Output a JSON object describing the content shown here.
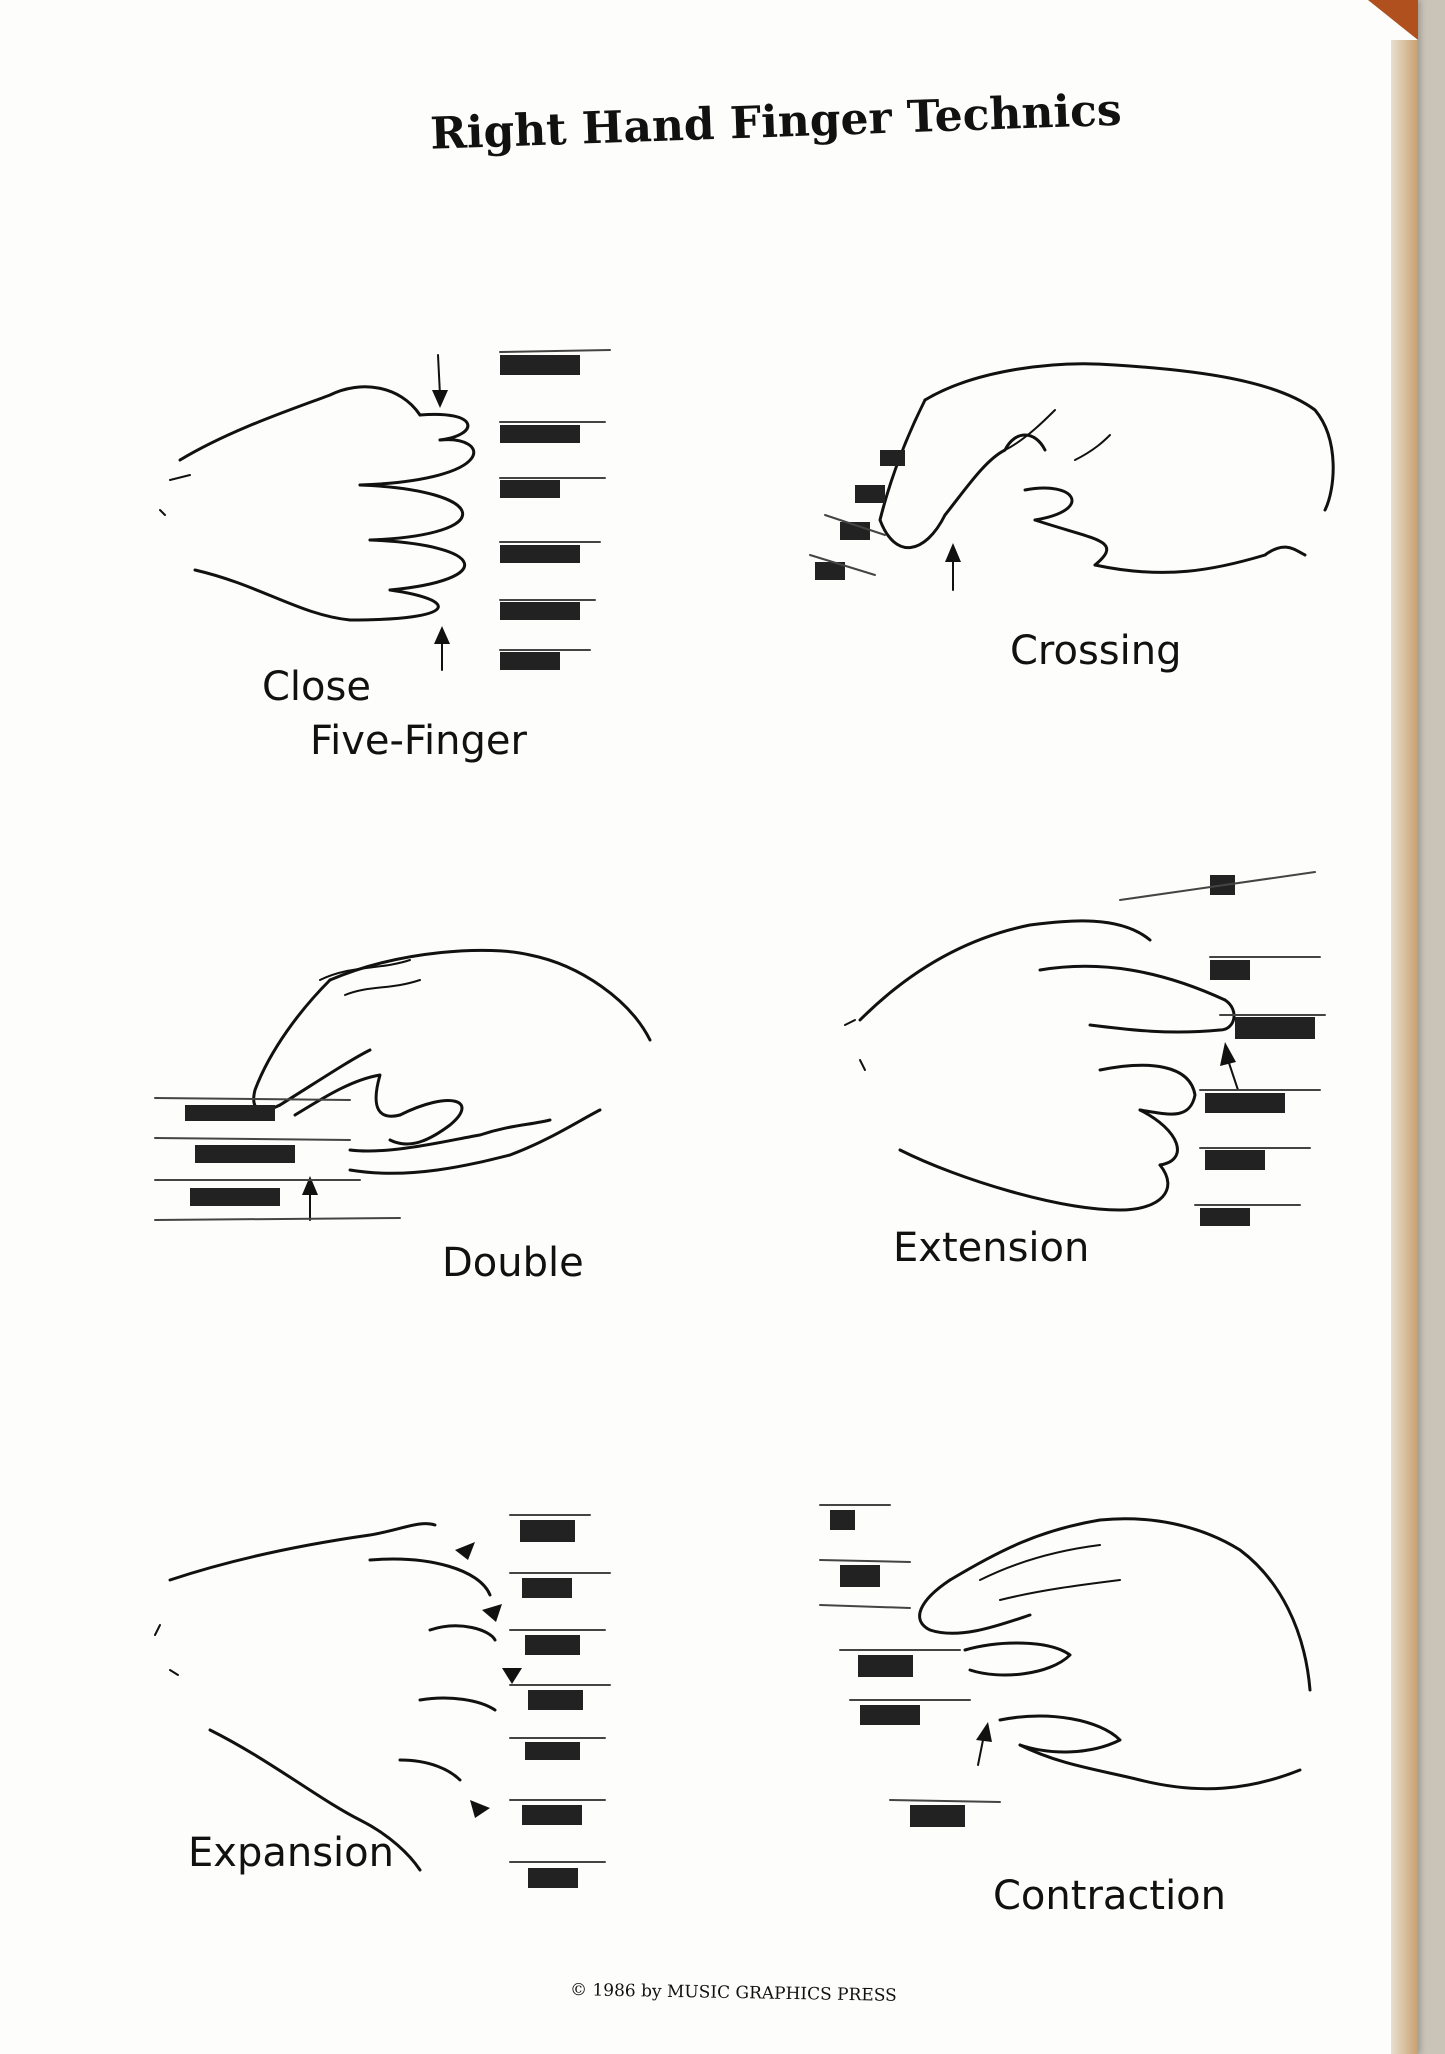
{
  "title": "Right Hand Finger Technics",
  "figures": [
    {
      "label_lines": [
        "Close",
        "Five-Finger"
      ]
    },
    {
      "label_lines": [
        "Crossing"
      ]
    },
    {
      "label_lines": [
        "Double"
      ]
    },
    {
      "label_lines": [
        "Extension"
      ]
    },
    {
      "label_lines": [
        "Expansion"
      ]
    },
    {
      "label_lines": [
        "Contraction"
      ]
    }
  ],
  "footer": "© 1986 by MUSIC GRAPHICS PRESS"
}
